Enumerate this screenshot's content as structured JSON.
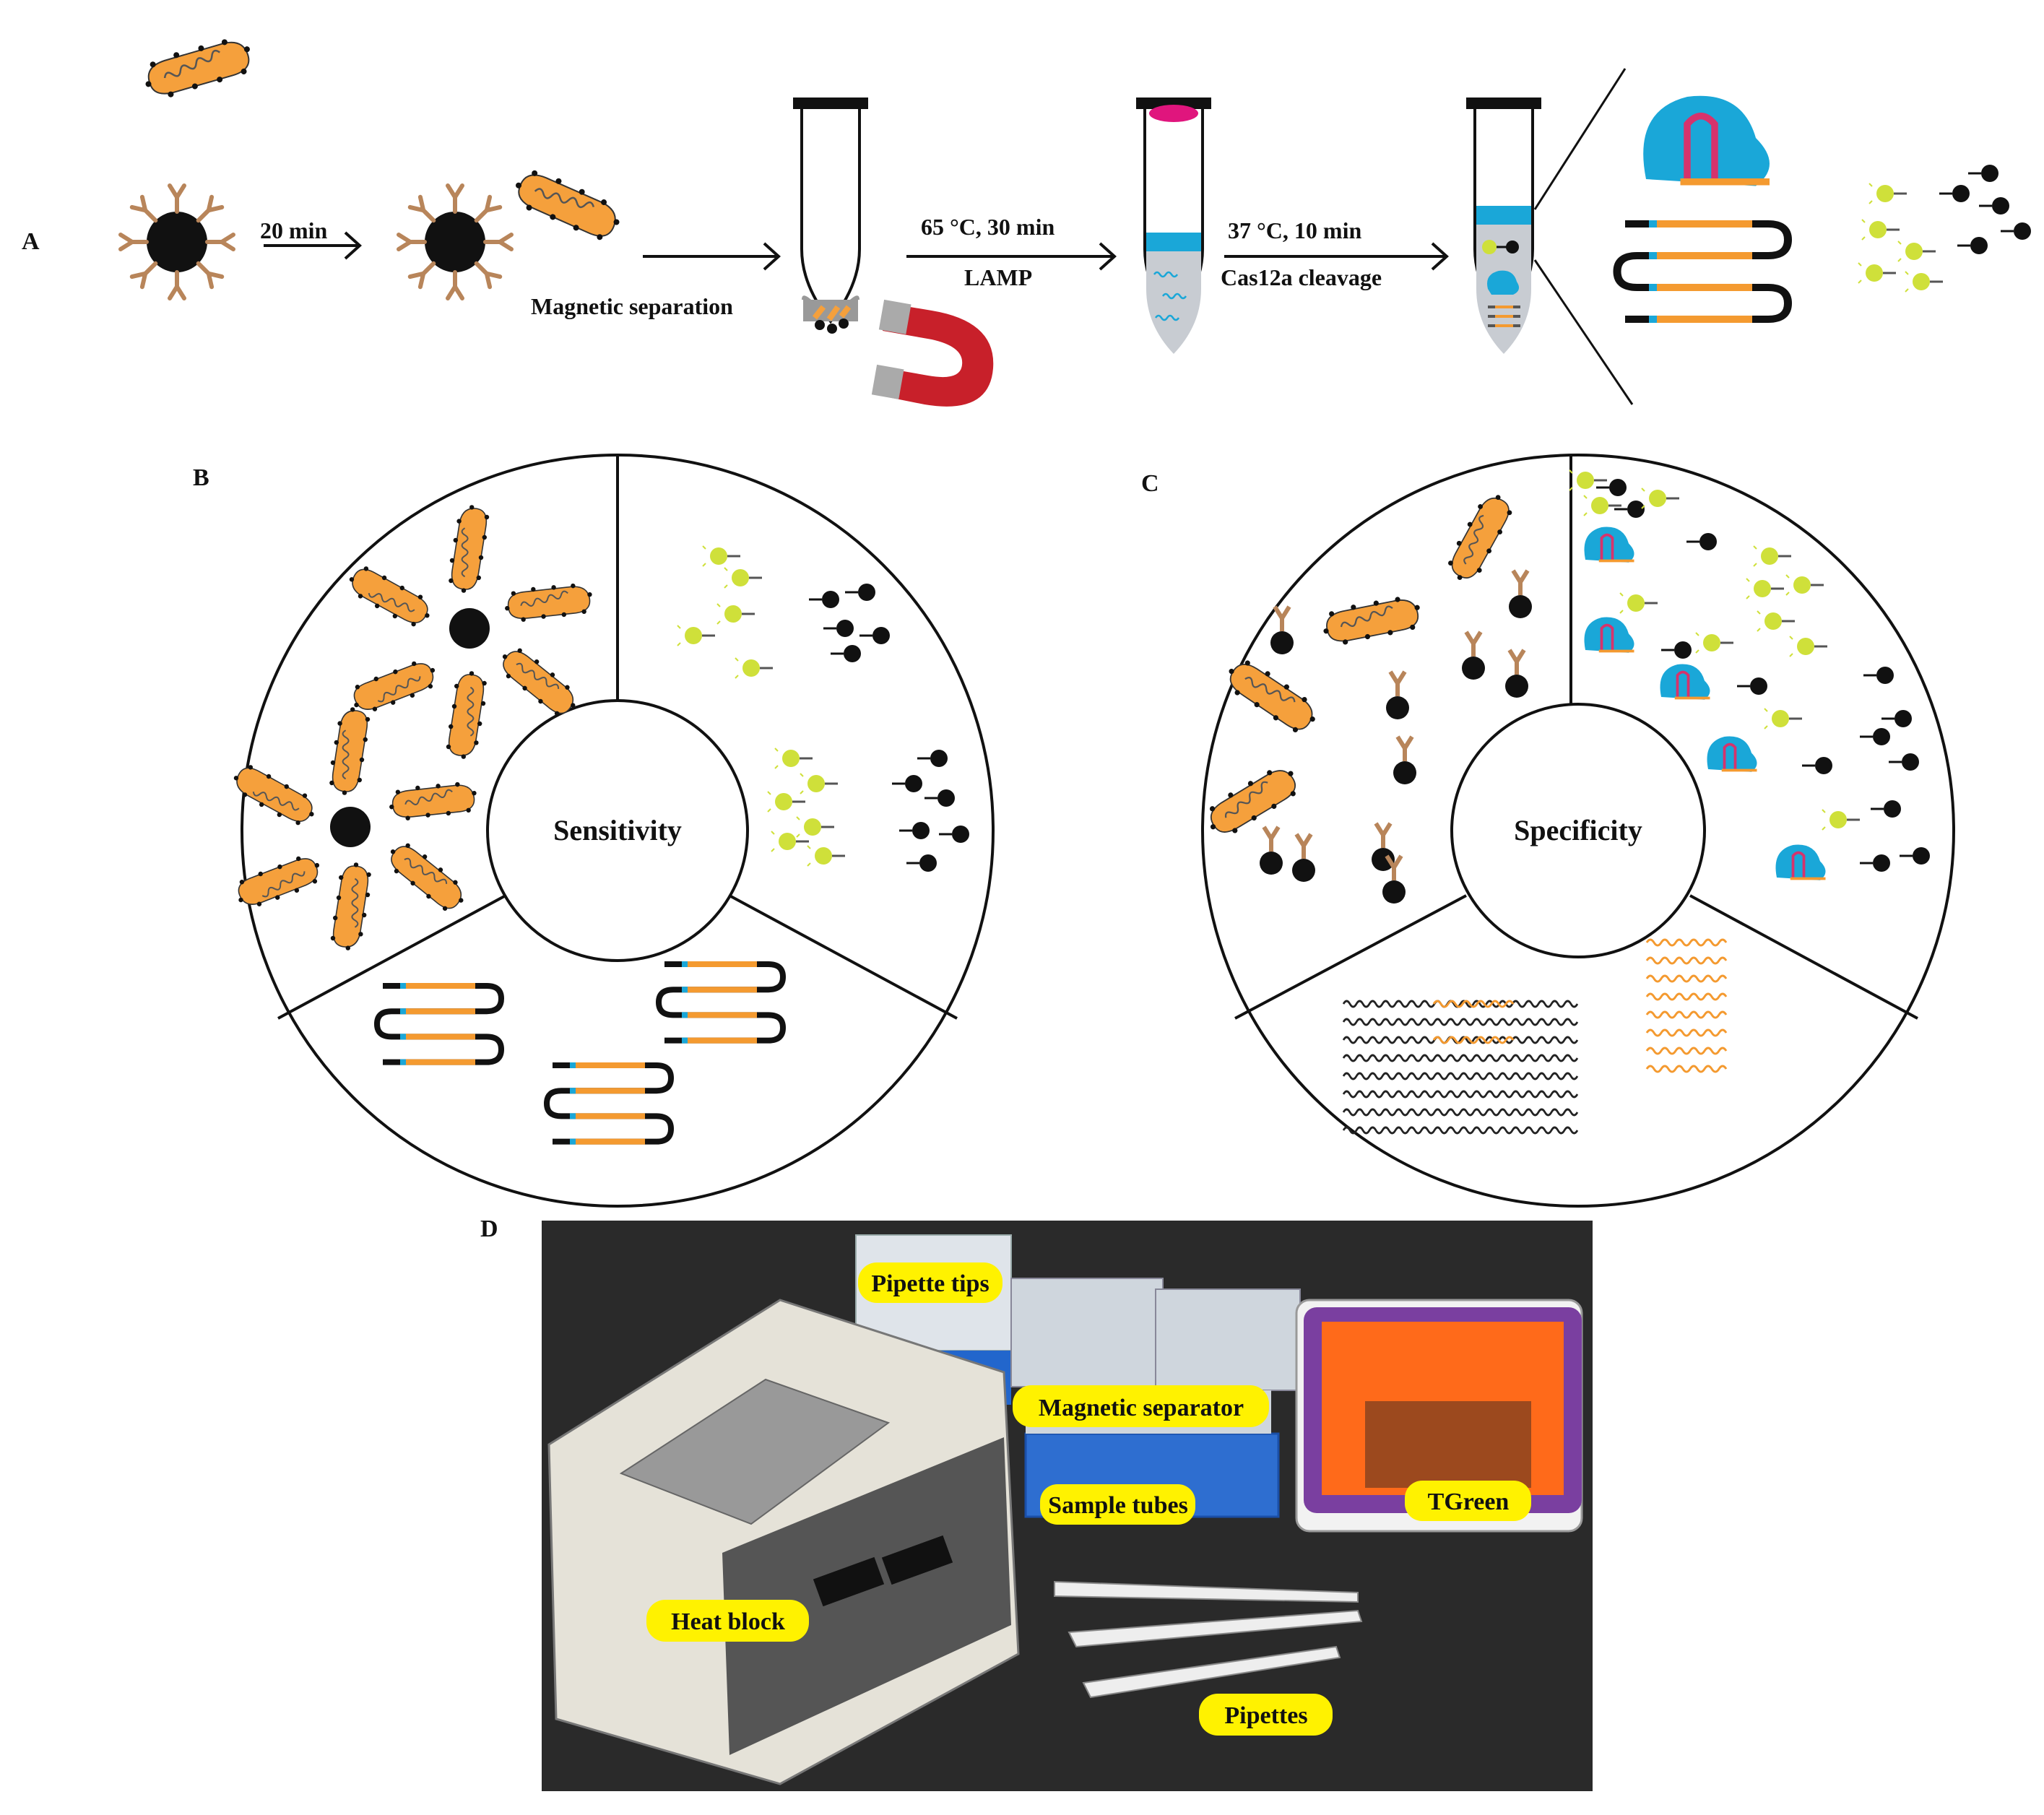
{
  "panels": {
    "a": {
      "letter": "A"
    },
    "b": {
      "letter": "B",
      "center": "Sensitivity"
    },
    "c": {
      "letter": "C",
      "center": "Specificity"
    },
    "d": {
      "letter": "D"
    }
  },
  "steps": {
    "incubation": "20 min",
    "separation": "Magnetic separation",
    "lamp_condition": "65 °C, 30 min",
    "lamp_name": "LAMP",
    "cas_condition": "37 °C, 10 min",
    "cas_name": "Cas12a cleavage"
  },
  "photo_tags": {
    "pipette_tips": "Pipette tips",
    "magnetic_separator": "Magnetic separator",
    "sample_tubes": "Sample tubes",
    "heat_block": "Heat block",
    "tgreen": "TGreen",
    "pipettes": "Pipettes"
  },
  "colors": {
    "bacteria": "#f5a03c",
    "bead": "#111111",
    "antibody": "#b8855a",
    "fluor": "#cfe03a",
    "cas": "#1aa7d8",
    "amplicon_core": "#f49a30",
    "amplicon_mark": "#1aa7d8",
    "magnet_red": "#c8202a",
    "photo_bg": "#2a2a2a",
    "tag_yellow": "#fff200"
  }
}
